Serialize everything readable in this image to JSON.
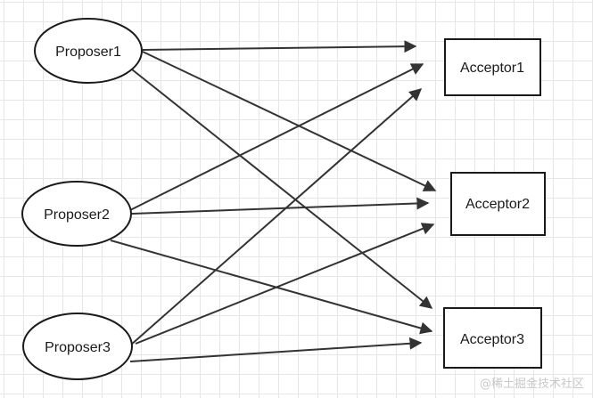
{
  "nodes": {
    "proposer1": {
      "label": "Proposer1",
      "shape": "ellipse"
    },
    "proposer2": {
      "label": "Proposer2",
      "shape": "ellipse"
    },
    "proposer3": {
      "label": "Proposer3",
      "shape": "ellipse"
    },
    "acceptor1": {
      "label": "Acceptor1",
      "shape": "rectangle"
    },
    "acceptor2": {
      "label": "Acceptor2",
      "shape": "rectangle"
    },
    "acceptor3": {
      "label": "Acceptor3",
      "shape": "rectangle"
    }
  },
  "edges": [
    {
      "from": "proposer1",
      "to": "acceptor1"
    },
    {
      "from": "proposer1",
      "to": "acceptor2"
    },
    {
      "from": "proposer1",
      "to": "acceptor3"
    },
    {
      "from": "proposer2",
      "to": "acceptor1"
    },
    {
      "from": "proposer2",
      "to": "acceptor2"
    },
    {
      "from": "proposer2",
      "to": "acceptor3"
    },
    {
      "from": "proposer3",
      "to": "acceptor1"
    },
    {
      "from": "proposer3",
      "to": "acceptor2"
    },
    {
      "from": "proposer3",
      "to": "acceptor3"
    }
  ],
  "colors": {
    "stroke": "#1a1a1a",
    "edge": "#333333",
    "grid": "#e6e6e6",
    "watermark": "#c8c8c8"
  },
  "watermark": "@稀土掘金技术社区"
}
